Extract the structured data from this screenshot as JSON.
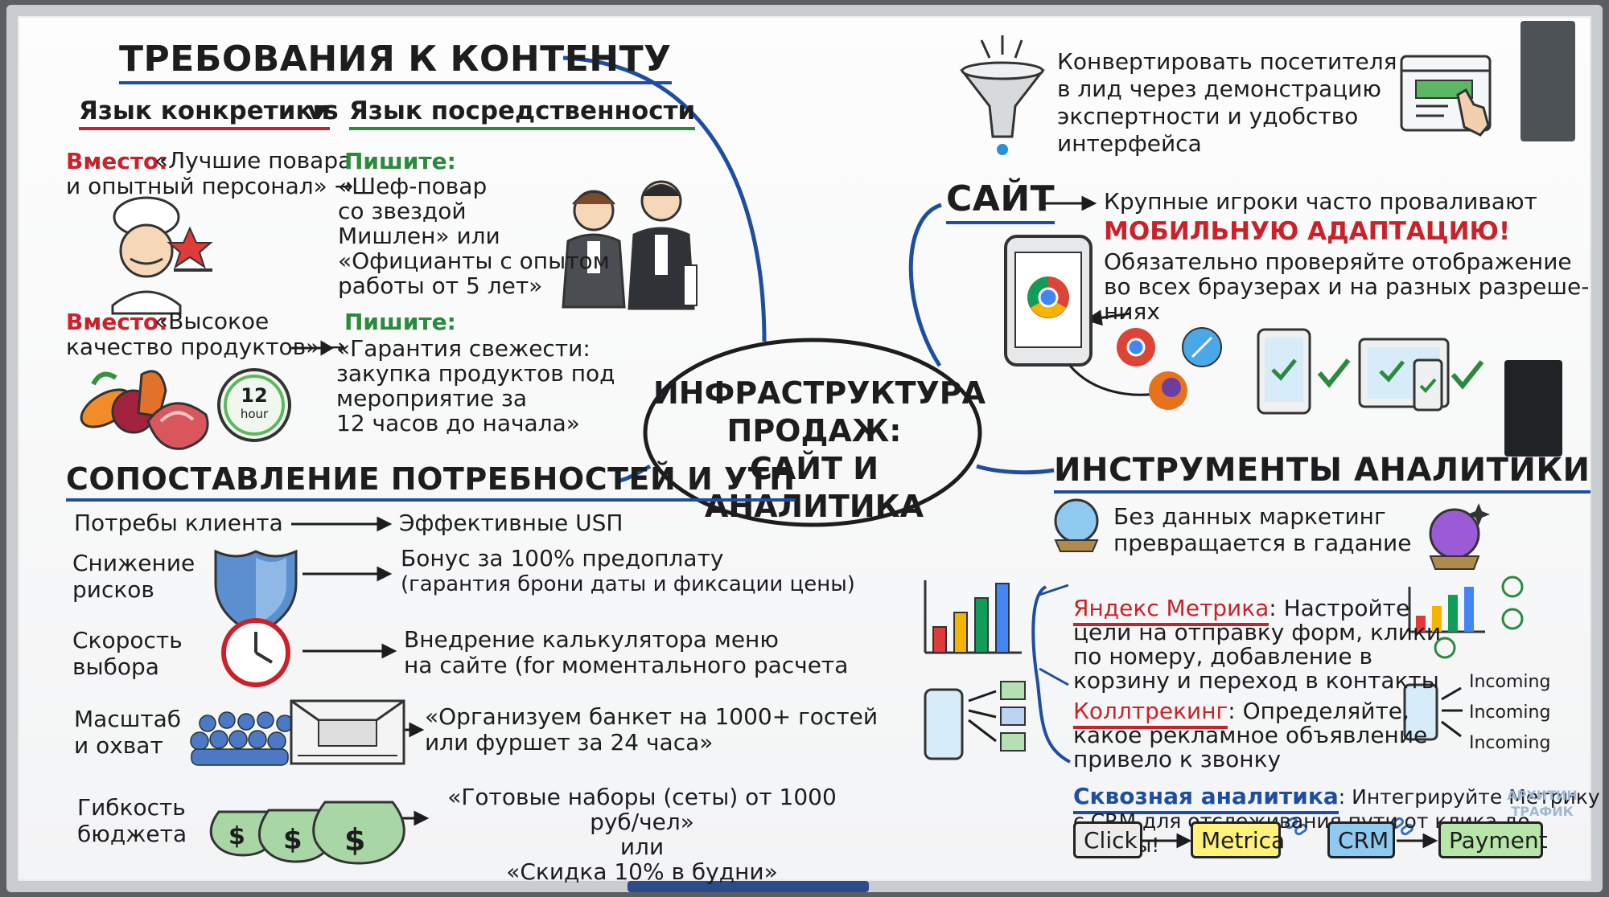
{
  "center": {
    "title": "ИНФРАСТРУКТУРА\nПРОДАЖ:\nСАЙТ И АНАЛИТИКА"
  },
  "content": {
    "heading": "ТРЕБОВАНИЯ К КОНТЕНТУ",
    "lang_concrete": "Язык конкретики",
    "vs": "vs",
    "lang_mediocre": "Язык посредственности",
    "ex1_instead_label": "Вместо:",
    "ex1_instead_text": "«Лучшие повара\nи опытный персонал» →",
    "ex1_write_label": "Пишите:",
    "ex1_write_text": "«Шеф-повар\nсо звездой\nМишлен» или\n«Официанты с опытом\nработы от 5 лет»",
    "ex2_instead_label": "Вместо:",
    "ex2_instead_text": "«Высокое\nкачество продуктов» →",
    "ex2_write_label": "Пишите:",
    "ex2_write_text": "«Гарантия свежести:\nзакупка продуктов под\nмероприятие за\n12 часов до начала»",
    "clock_num": "12",
    "clock_unit": "hour"
  },
  "usp": {
    "heading": "СОПОСТАВЛЕНИЕ ПОТРЕБНОСТЕЙ И УТП",
    "need_header": "Потребы клиента",
    "usp_header": "Эффективные USП",
    "rows": [
      {
        "need": "Снижение\nрисков",
        "usp": "Бонус за 100% предоплату",
        "note": "(гарантия брони даты и фиксации цены)"
      },
      {
        "need": "Скорость\nвыбора",
        "usp": "Внедрение калькулятора меню\nна сайте (for моментального расчета",
        "note": ""
      },
      {
        "need": "Масштаб\nи охват",
        "usp": "«Организуем банкет на 1000+ гостей\nили фуршет за 24 часа»",
        "note": ""
      },
      {
        "need": "Гибкость\nбюджета",
        "usp": "«Готовые наборы (сеты) от 1000 руб/чел»\nили\n«Скидка 10% в будни»",
        "note": ""
      }
    ]
  },
  "site": {
    "goal": "Конвертировать посетителя\nв лид через демонстрацию\nэкспертности и удобство\nинтерфейса",
    "heading": "САЙТ",
    "players": "Крупные игроки часто проваливают",
    "mobile": "МОБИЛЬНУЮ АДАПТАЦИЮ!",
    "check": "Обязательно проверяйте отображение\nво всех браузерах и на разных разреше-\nниях"
  },
  "analytics": {
    "heading": "ИНСТРУМЕНТЫ АНАЛИТИКИ",
    "fortune": "Без данных маркетинг\nпревращается в гадание",
    "metrika_name": "Яндекс Метрика",
    "metrika_text": ": Настройте\nцели на отправку форм, клики\nпо номеру, добавление в\nкорзину и переход в контакты",
    "calltrack_name": "Коллтрекинг",
    "calltrack_text": ": Определяйте,\nкакое рекламное объявление\nпривело к звонку",
    "incoming": [
      "Incoming",
      "Incoming",
      "Incoming"
    ],
    "e2e_name": "Сквозная аналитика",
    "e2e_text": ": Интегрируйте Метрику\nс CRM для отслеживания пути от клика до оплаты!",
    "flow": [
      "Click",
      "Metrica",
      "CRM",
      "Payment"
    ]
  },
  "watermark": "АРХИТИН\nТРАФИК",
  "colors": {
    "blue": "#1f4e9e",
    "red": "#c9222a",
    "green": "#2b8a3e",
    "ink": "#1d1d1f"
  }
}
